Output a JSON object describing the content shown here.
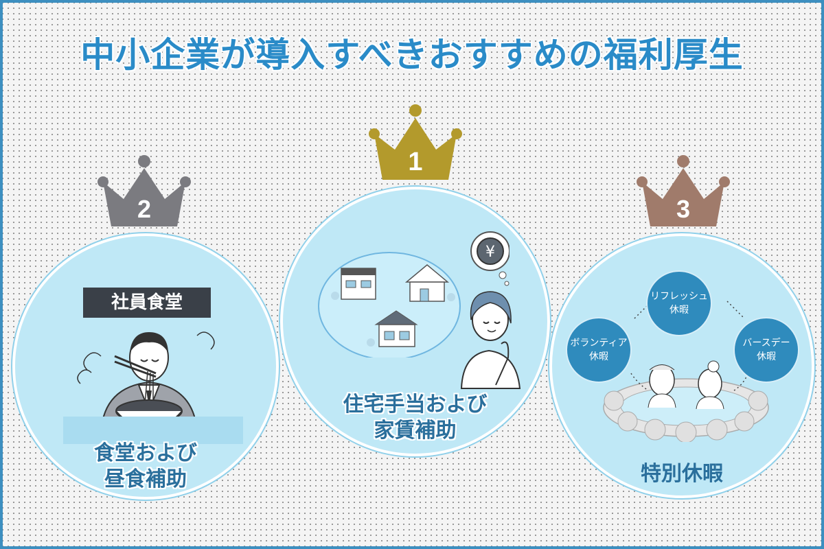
{
  "title": "中小企業が導入すべきおすすめの福利厚生",
  "colors": {
    "title": "#2a8bc8",
    "circle_fill": "#bfe8f6",
    "frame": "#3d8fc0",
    "crown_gold": "#b39a2c",
    "crown_silver": "#7b7b80",
    "crown_bronze": "#a07b6b",
    "bubble": "#2f8bbd"
  },
  "items": {
    "rank1": {
      "rank": "1",
      "label_line1": "住宅手当および",
      "label_line2": "家賃補助",
      "icon": "yen-coin-icon"
    },
    "rank2": {
      "rank": "2",
      "badge": "社員食堂",
      "label_line1": "食堂および",
      "label_line2": "昼食補助"
    },
    "rank3": {
      "rank": "3",
      "label": "特別休暇",
      "bubbles": [
        {
          "line1": "リフレッシュ",
          "line2": "休暇"
        },
        {
          "line1": "ボランティア",
          "line2": "休暇"
        },
        {
          "line1": "バースデー",
          "line2": "休暇"
        }
      ]
    }
  }
}
